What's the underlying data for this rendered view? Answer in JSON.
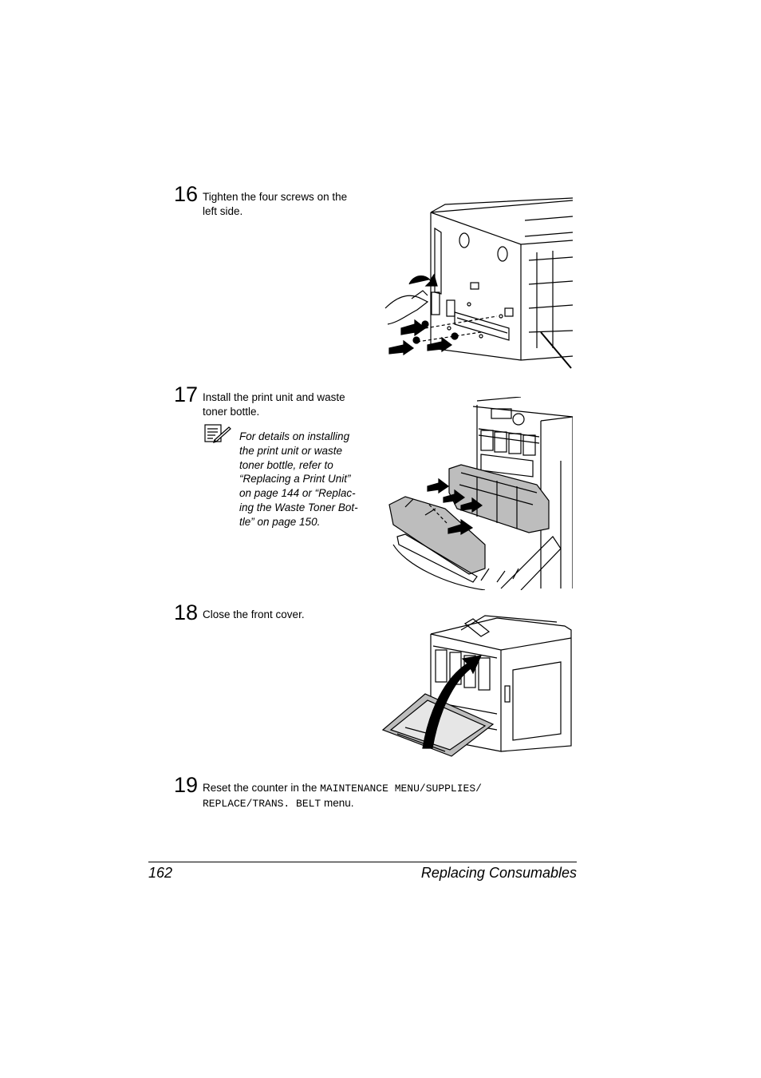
{
  "steps": [
    {
      "number": "16",
      "text_line1": "Tighten the four screws on the",
      "text_line2": "left side."
    },
    {
      "number": "17",
      "text_line1": "Install the print unit and waste",
      "text_line2": "toner bottle."
    },
    {
      "number": "18",
      "text": "Close the front cover."
    },
    {
      "number": "19",
      "prefix": "Reset the counter in the ",
      "menu_line1": "MAINTENANCE MENU/SUPPLIES/",
      "menu_line2": "REPLACE/TRANS. BELT",
      "suffix": " menu."
    }
  ],
  "note": {
    "icon": "note-pencil-icon",
    "lines": [
      "For details on installing",
      "the print unit or waste",
      "toner bottle, refer to",
      "“Replacing a Print Unit”",
      "on page 144 or “Replac-",
      "ing the Waste Toner Bot-",
      "tle” on page 150."
    ]
  },
  "footer": {
    "page_number": "162",
    "section_title": "Replacing Consumables"
  }
}
